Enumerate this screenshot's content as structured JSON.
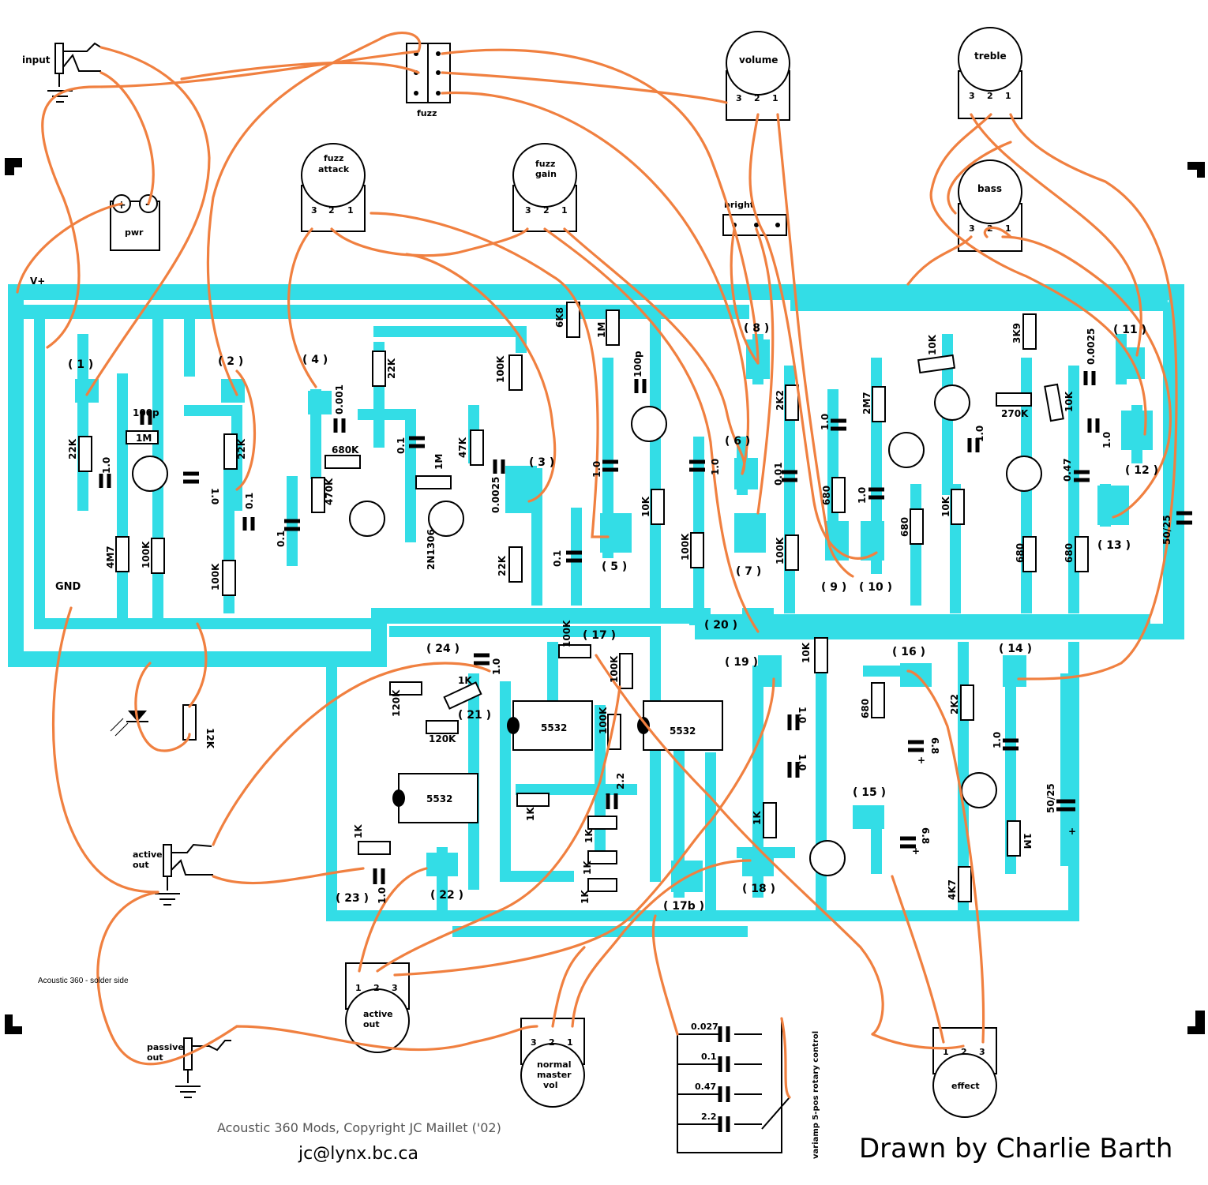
{
  "title": "Acoustic 360 - solder side",
  "credit_copyright": "Acoustic 360 Mods, Copyright JC Maillet ('02)",
  "credit_email": "jc@lynx.bc.ca",
  "credit_drawn": "Drawn by Charlie Barth",
  "colors": {
    "trace": "#33dde6",
    "wire": "#f08040",
    "ink": "#000000"
  },
  "jacks": {
    "input": "input",
    "active_out": "active\nout",
    "passive_out": "passive\nout",
    "pwr": "pwr",
    "plus": "+",
    "minus": "-"
  },
  "switches": {
    "fuzz": "fuzz",
    "bright": "bright",
    "rotary": "variamp 5-pos rotary control"
  },
  "pots": {
    "volume": "volume",
    "treble": "treble",
    "bass": "bass",
    "fuzz_attack": "fuzz\nattack",
    "fuzz_gain": "fuzz\ngain",
    "active_out": "active\nout",
    "normal_master": "normal\nmaster\nvol",
    "effect": "effect",
    "pins": [
      "3",
      "2",
      "1"
    ],
    "pins_rev": [
      "1",
      "2",
      "3"
    ]
  },
  "rails": {
    "vplus": "V+",
    "gnd": "GND"
  },
  "rotary_caps": [
    "0.027",
    "0.1",
    "0.47",
    "2.2"
  ],
  "points": [
    "( 1 )",
    "( 2 )",
    "( 3 )",
    "( 4 )",
    "( 5 )",
    "( 6 )",
    "( 7 )",
    "( 8 )",
    "( 9 )",
    "( 10 )",
    "( 11 )",
    "( 12 )",
    "( 13 )",
    "( 14 )",
    "( 15 )",
    "( 16 )",
    "( 17 )",
    "( 17b )",
    "( 18 )",
    "( 19 )",
    "( 20 )",
    "( 21 )",
    "( 22 )",
    "( 23 )",
    "( 24 )"
  ],
  "components": {
    "upper": [
      "100p",
      "1M",
      "22K",
      "1.0",
      "1.0",
      "22K",
      "4M7",
      "100K",
      "0.1",
      "0.1",
      "100K",
      "0.001",
      "22K",
      "680K",
      "470K",
      "0.1",
      "1M",
      "47K",
      "100K",
      "0.0025",
      "2N1306",
      "22K",
      "0.1",
      "6K8",
      "1M",
      "100p",
      "1.0",
      "10K",
      "1.0",
      "100K",
      "2K2",
      "0.01",
      "100K",
      "1.0",
      "680",
      "2M7",
      "1.0",
      "10K",
      "680",
      "10K",
      "1.0",
      "3K9",
      "270K",
      "0.0025",
      "10K",
      "1.0",
      "0.47",
      "680",
      "680",
      "50/25"
    ],
    "lower": [
      "12K",
      "1.0",
      "1K",
      "120K",
      "120K",
      "5532",
      "5532",
      "5532",
      "100K",
      "100K",
      "100K",
      "1K",
      "2.2",
      "1K",
      "1K",
      "1K",
      "1K",
      "1.0",
      "10K",
      "1.0",
      "1.0",
      "1K",
      "680",
      "6.8",
      "2K2",
      "1.0",
      "6.8",
      "4K7",
      "1M",
      "50/25",
      "+",
      "+",
      "+"
    ]
  }
}
